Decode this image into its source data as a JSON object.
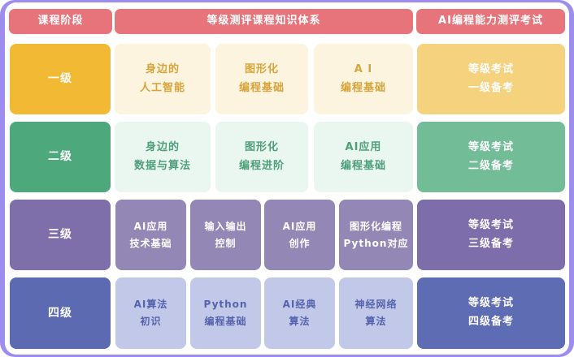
{
  "header": {
    "stage": "课程阶段",
    "system": "等级测评课程知识体系",
    "exam": "AI编程能力测评考试"
  },
  "rows": [
    {
      "level": "一级",
      "courses": [
        "身边的\n人工智能",
        "图形化\n编程基础",
        "A I\n编程基础"
      ],
      "exam": "等级考试\n一级备考"
    },
    {
      "level": "二级",
      "courses": [
        "身边的\n数据与算法",
        "图形化\n编程进阶",
        "AI应用\n编程基础"
      ],
      "exam": "等级考试\n二级备考"
    },
    {
      "level": "三级",
      "courses": [
        "AI应用\n技术基础",
        "输入输出\n控制",
        "AI应用\n创作",
        "图形化编程\nPython对应"
      ],
      "exam": "等级考试\n三级备考"
    },
    {
      "level": "四级",
      "courses": [
        "AI算法\n初识",
        "Python\n编程基础",
        "AI经典\n算法",
        "神经网络\n算法"
      ],
      "exam": "等级考试\n四级备考"
    }
  ],
  "colors": {
    "frame": "#9d8df0",
    "header": "#e7747a",
    "level1": "#f2b934",
    "level2": "#4da97c",
    "level3": "#7e6ea9",
    "level4": "#5b6ab1"
  }
}
